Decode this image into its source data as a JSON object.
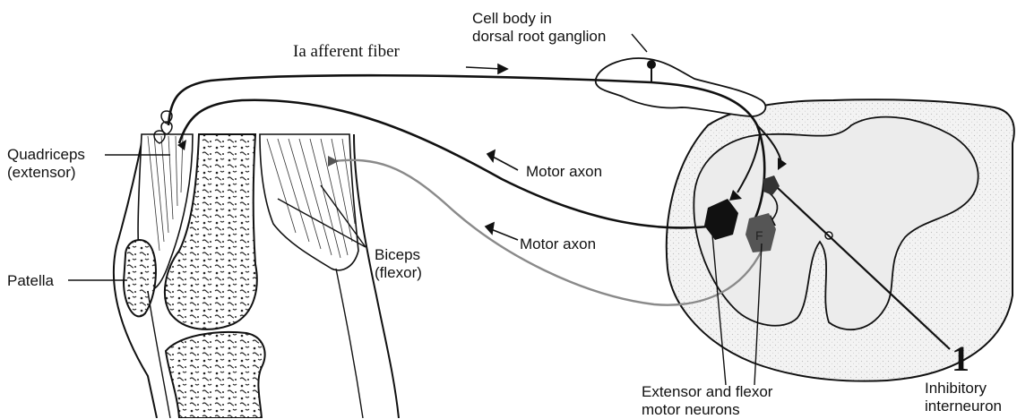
{
  "labels": {
    "cell_body": "Cell body in\ndorsal root ganglion",
    "ia_fiber": "Ia afferent fiber",
    "quadriceps": "Quadriceps\n(extensor)",
    "motor_axon_1": "Motor axon",
    "motor_axon_2": "Motor axon",
    "patella": "Patella",
    "biceps": "Biceps\n(flexor)",
    "motor_neurons": "Extensor and flexor\nmotor neurons",
    "interneuron_number": "1",
    "interneuron": "Inhibitory\ninterneuron",
    "flexor_letter": "F"
  },
  "colors": {
    "line": "#111111",
    "flexor_axon": "#8a8a8a",
    "grey_matter": "#e9e9e9",
    "flexor_neuron": "#555555"
  }
}
